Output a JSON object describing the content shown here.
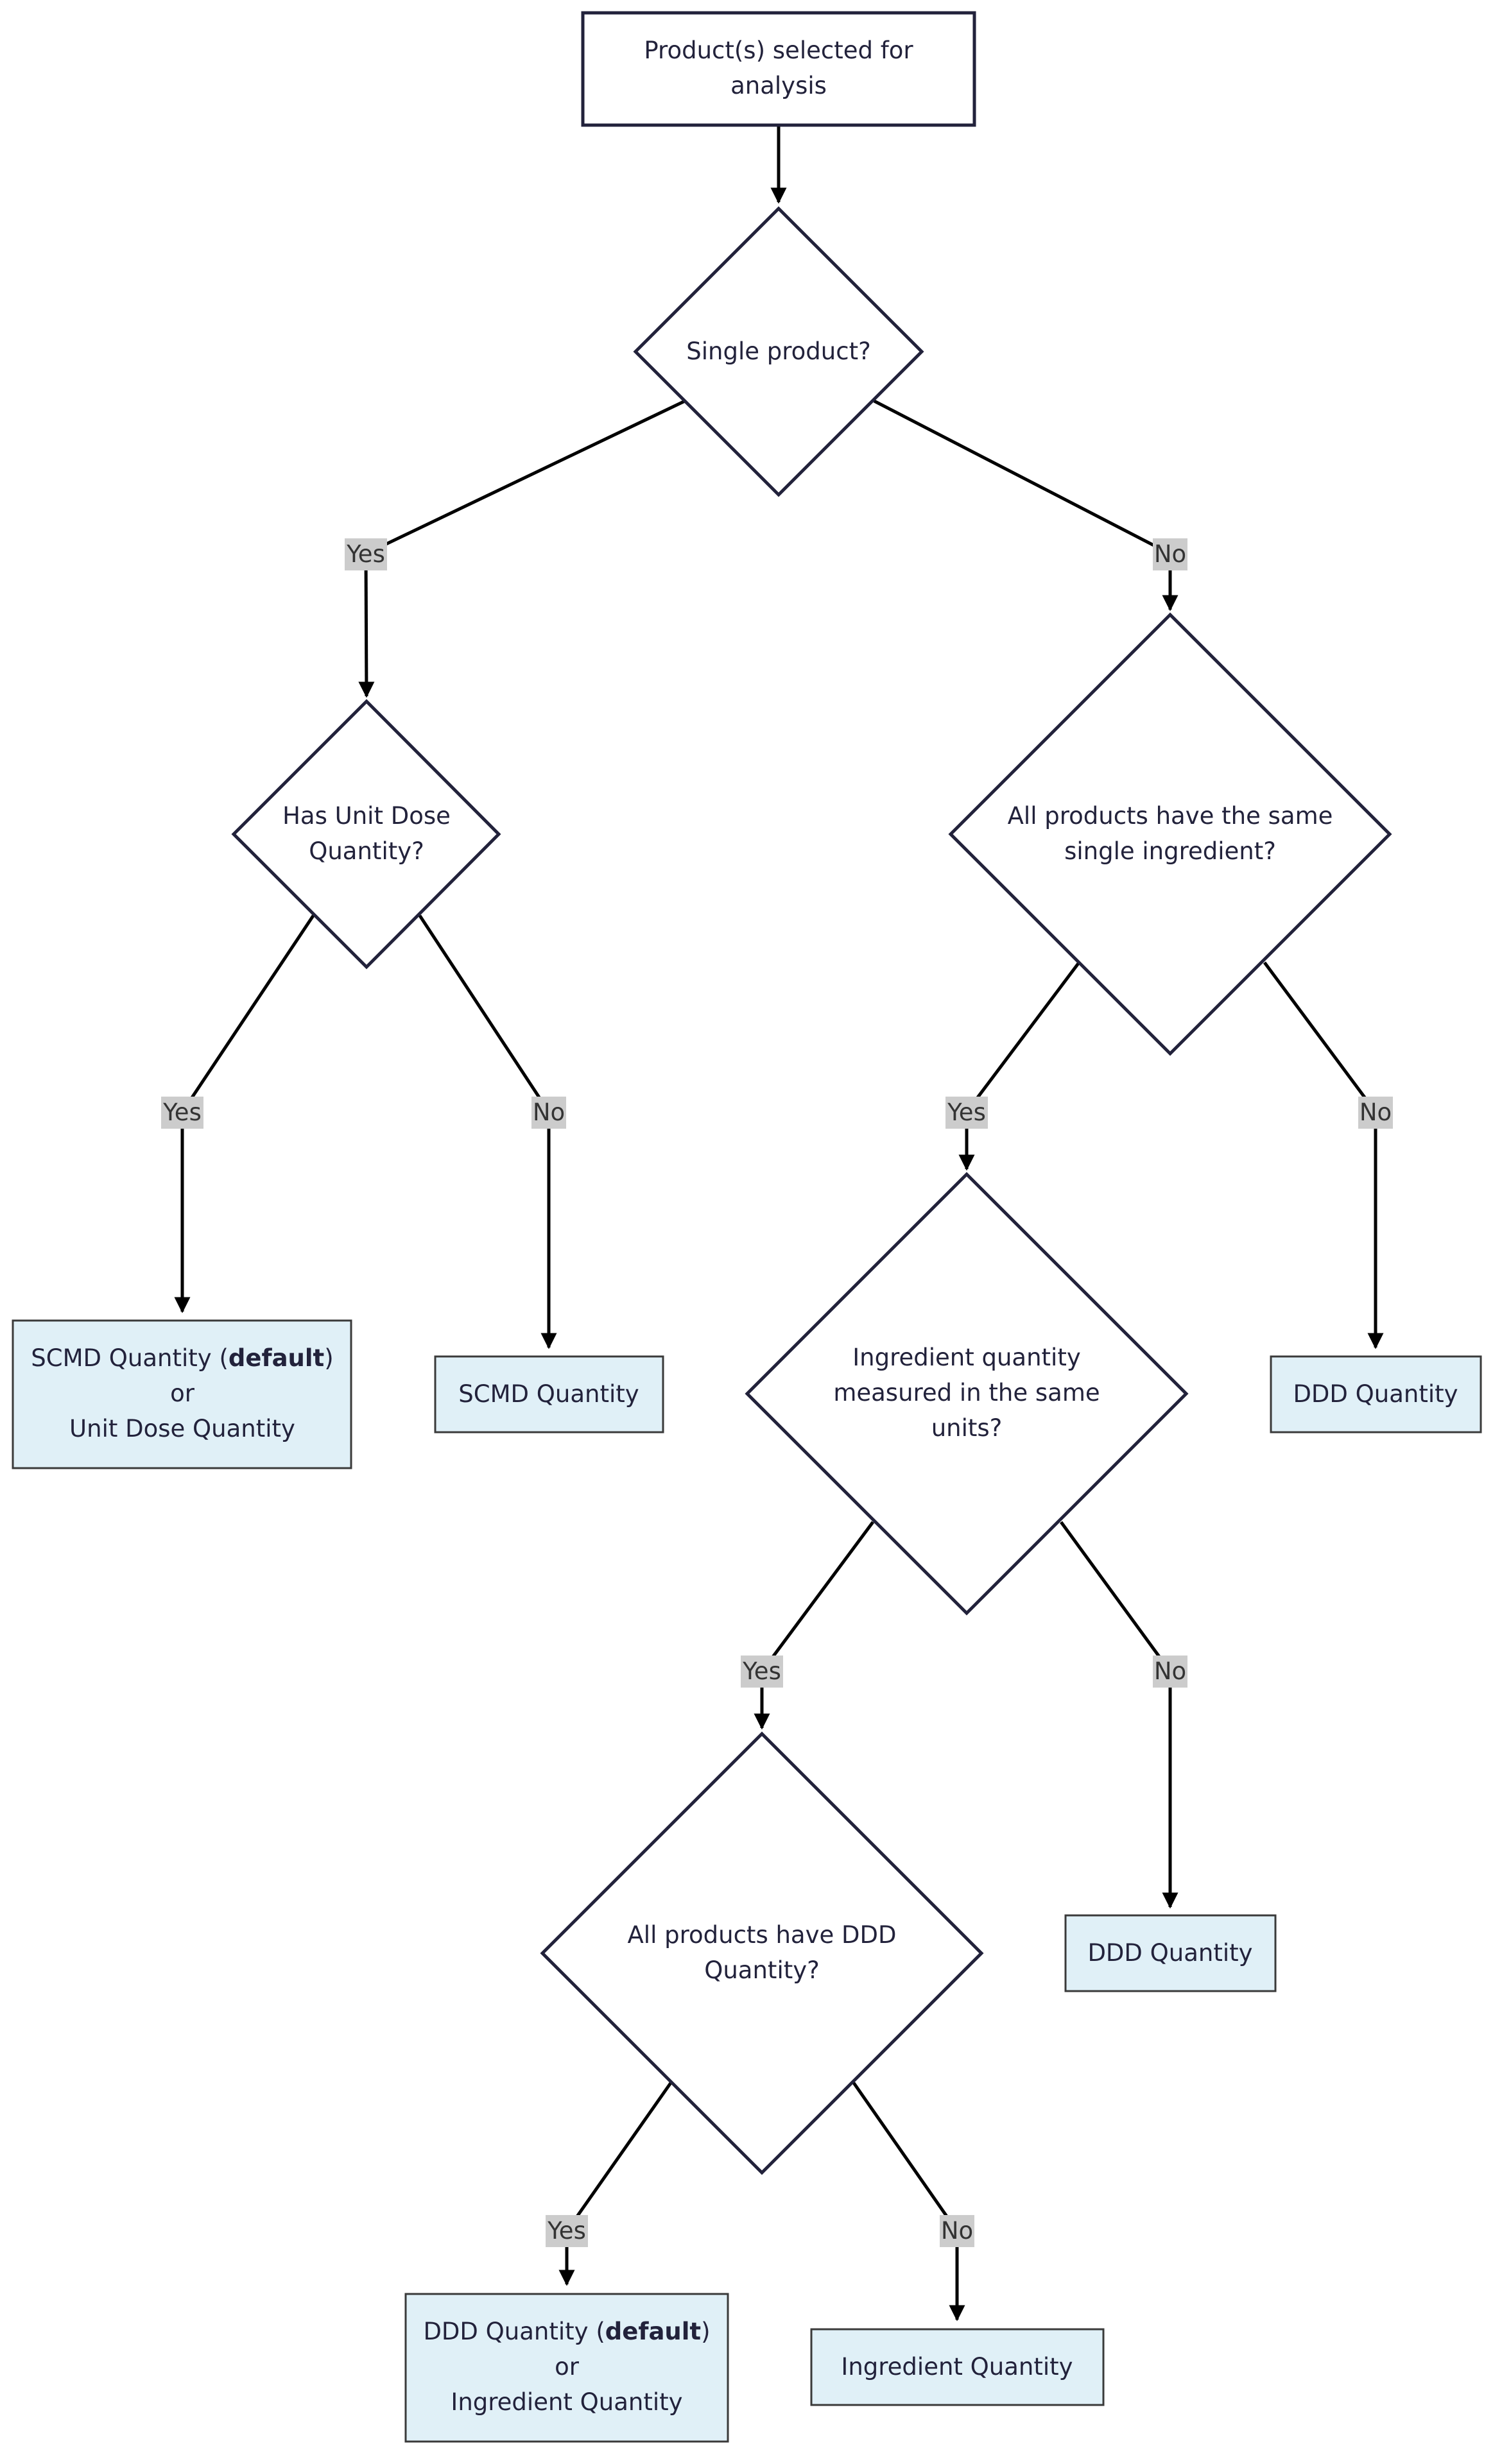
{
  "colors": {
    "node_border": "#22223b",
    "result_fill": "#e0f0f7",
    "result_border": "#3a3a3a",
    "edge": "#000000",
    "label_bg": "#cccccc",
    "text": "#22223b"
  },
  "nodes": {
    "start": {
      "lines": [
        "Product(s) selected for",
        "analysis"
      ]
    },
    "q_single": {
      "lines": [
        "Single product?"
      ]
    },
    "q_unit_dose": {
      "lines": [
        "Has Unit Dose",
        "Quantity?"
      ]
    },
    "q_same_ingredient": {
      "lines": [
        "All products have the same",
        "single ingredient?"
      ]
    },
    "q_same_units": {
      "lines": [
        "Ingredient quantity",
        "measured in the same",
        "units?"
      ]
    },
    "q_ddd": {
      "lines": [
        "All products have DDD",
        "Quantity?"
      ]
    },
    "r_scmd_or_unit": {
      "line1_pre": "SCMD Quantity (",
      "line1_bold": "default",
      "line1_post": ")",
      "line2": "or",
      "line3": "Unit Dose Quantity"
    },
    "r_scmd": {
      "lines": [
        "SCMD Quantity"
      ]
    },
    "r_ddd_1": {
      "lines": [
        "DDD Quantity"
      ]
    },
    "r_ddd_2": {
      "lines": [
        "DDD Quantity"
      ]
    },
    "r_ddd_or_ingredient": {
      "line1_pre": "DDD Quantity (",
      "line1_bold": "default",
      "line1_post": ")",
      "line2": "or",
      "line3": "Ingredient Quantity"
    },
    "r_ingredient": {
      "lines": [
        "Ingredient Quantity"
      ]
    }
  },
  "edges": {
    "single_yes": "Yes",
    "single_no": "No",
    "unit_yes": "Yes",
    "unit_no": "No",
    "same_ing_yes": "Yes",
    "same_ing_no": "No",
    "same_units_yes": "Yes",
    "same_units_no": "No",
    "ddd_yes": "Yes",
    "ddd_no": "No"
  }
}
